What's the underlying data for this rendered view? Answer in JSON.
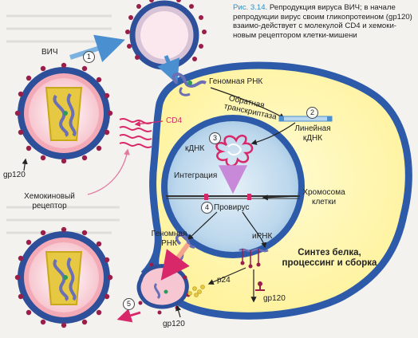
{
  "caption": {
    "figure_number": "Рис. 3.14.",
    "text": "Репродукция вируса ВИЧ; в начале репродукции вирус своим гликопротеином (gp120) взаимо-действует с молекулой CD4 и хемоки-новым рецептором клетки-мишени"
  },
  "labels": {
    "hiv": "ВИЧ",
    "genomic_rna_top": "Геномная РНК",
    "reverse_transcriptase_line1": "Обратная",
    "reverse_transcriptase_line2": "транскриптаза",
    "cd4": "CD4",
    "linear_dna_line1": "Линейная",
    "linear_dna_line2": "кДНК",
    "cdna": "кДНК",
    "gp120_left": "gp120",
    "integration": "Интеграция",
    "chromosome_line1": "Хромосома",
    "chromosome_line2": "клетки",
    "chemokine_line1": "Хемокиновый",
    "chemokine_line2": "рецептор",
    "provirus": "Провирус",
    "genomic_rna_bottom_line1": "Геномная",
    "genomic_rna_bottom_line2": "РНК",
    "mrna": "иРНК",
    "synthesis_line1": "Синтез белка,",
    "synthesis_line2": "процессинг и сборка",
    "p24": "p24",
    "gp120_right": "gp120",
    "gp120_bottom": "gp120"
  },
  "steps": [
    "1",
    "2",
    "3",
    "4",
    "5"
  ],
  "colors": {
    "envelope": "#2e4f9a",
    "envelope_spike": "#9a1e4a",
    "matrix": "#f3a9b6",
    "capsid": "#e6c842",
    "cell_cytoplasm": "#fff7a8",
    "cell_border": "#2e5ba9",
    "nucleus": "#3d6dc0",
    "nucleus_inner": "#cfe3f2",
    "rna": "#6b6fb5",
    "arrow_blue": "#4a8fd0",
    "arrow_red": "#d8286a"
  }
}
